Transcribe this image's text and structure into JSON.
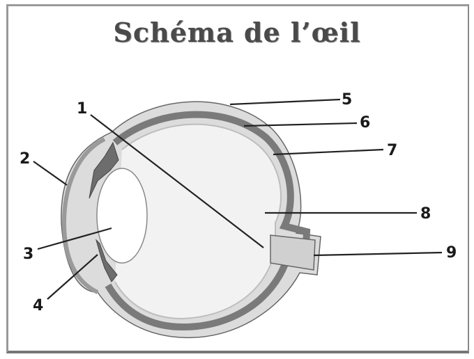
{
  "title": "Schéma de l’œil",
  "labels": {
    "n1": "1",
    "n2": "2",
    "n3": "3",
    "n4": "4",
    "n5": "5",
    "n6": "6",
    "n7": "7",
    "n8": "8",
    "n9": "9"
  },
  "colors": {
    "outer": "#c9c9c9",
    "middle": "#7a7a7a",
    "inner": "#e0e0e0",
    "line": "#222222"
  }
}
